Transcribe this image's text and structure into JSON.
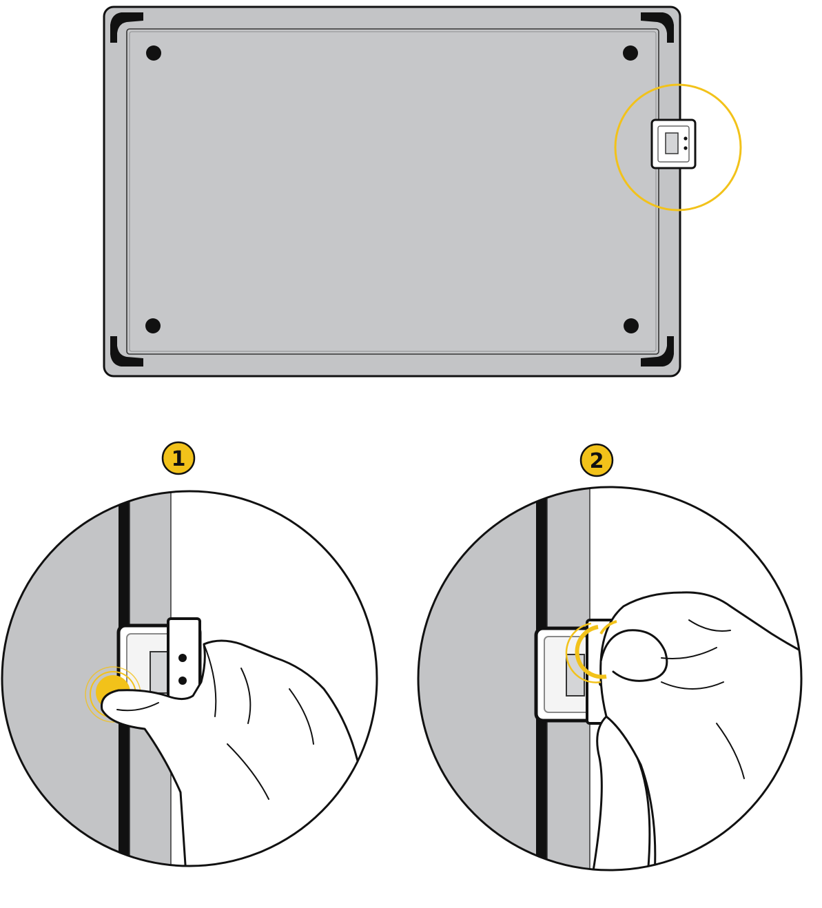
{
  "steps": [
    {
      "number": "1"
    },
    {
      "number": "2"
    }
  ],
  "colors": {
    "accent": "#F2C21A",
    "device_gray": "#C3C4C6",
    "outline": "#111111",
    "background": "#FFFFFF",
    "skin": "#FFFFFF"
  },
  "icons": {
    "callout": "yellow-circle-highlight",
    "press": "press-ripple-icon",
    "step_badge": "numbered-circle-badge"
  }
}
